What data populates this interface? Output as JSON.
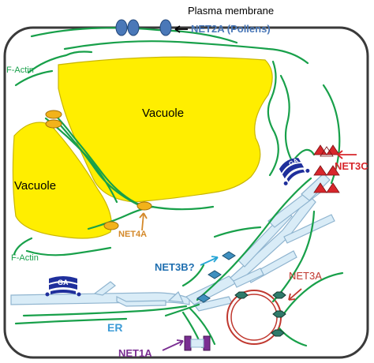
{
  "labels": {
    "plasma_membrane": "Plasma membrane",
    "net2a": "NET2A (Pollens)",
    "f_actin_top": "F-Actin",
    "f_actin_bottom": "F-Actin",
    "vacuole_large": "Vacuole",
    "vacuole_small": "Vacuole",
    "net4a": "NET4A",
    "net3c": "NET3C",
    "net3b": "NET3B?",
    "net3a": "NET3A",
    "er": "ER",
    "net1a": "NET1A",
    "ga_top": "GA",
    "ga_left": "GA"
  },
  "colors": {
    "cell_border": "#3a3a3a",
    "actin": "#18a04a",
    "vacuole_fill": "#ffee00",
    "vacuole_stroke": "#c9b600",
    "er_fill": "#d9ecf7",
    "er_stroke": "#8fb4cf",
    "net4a_oval": "#f2b21a",
    "net2a": "#4a78b8",
    "net3c": "#d7262b",
    "net3b": "#3f8fbf",
    "net3a": "#c0382f",
    "net1a": "#7a2e92",
    "ga": "#1f2f9c",
    "black_arrow": "#000000",
    "net4a_label": "#d4892a",
    "net3b_label": "#1f6fb0",
    "er_label": "#3c9bd6"
  }
}
